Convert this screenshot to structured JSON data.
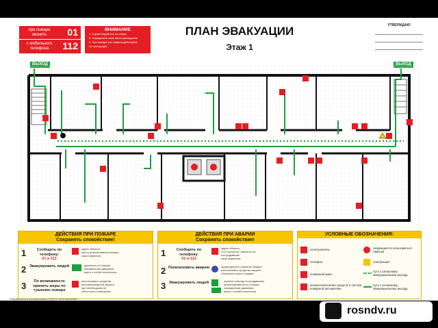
{
  "header": {
    "fire_call_label": "при пожаре звонить",
    "fire_call_number": "01",
    "mobile_call_label": "с мобильного телефона",
    "mobile_call_number": "112",
    "attention_title": "ВНИМАНИЕ",
    "attention_lines": [
      "1. Сориентируйтесь на схеме",
      "2. Определите своё местонахождение",
      "3. При пожаре или аварии действуйте",
      "по инструкции"
    ],
    "title": "ПЛАН ЭВАКУАЦИИ",
    "floor": "Этаж 1",
    "approve_label": "УТВЕРЖДАЮ"
  },
  "exit_signs": [
    "ВЫХОД",
    "ВЫХОД"
  ],
  "fire_panel": {
    "title": "ДЕЙСТВИЯ ПРИ ПОЖАРЕ",
    "subtitle": "Сохранять спокойствие!",
    "steps": [
      {
        "num": "1",
        "text": "Сообщить по телефону:",
        "extra": "01 и 112",
        "bullets": [
          "адрес объекта",
          "место возникновения пожара",
          "свою фамилию"
        ]
      },
      {
        "num": "2",
        "text": "Эвакуировать людей",
        "bullets": [
          "двигаться по знакам",
          "направления движения",
          "взять с собой посетителя"
        ]
      },
      {
        "num": "3",
        "text": "По возможности принять меры по тушению пожара",
        "bullets": [
          "использовать средства",
          "противопожарной защиты",
          "при необходимости",
          "обесточить помещение"
        ]
      }
    ]
  },
  "accident_panel": {
    "title": "ДЕЙСТВИЯ ПРИ АВАРИИ",
    "subtitle": "Сохранять спокойствие!",
    "steps": [
      {
        "num": "1",
        "text": "Сообщить по телефону:",
        "extra": "01 и 112",
        "bullets": [
          "адрес объекта",
          "что случилось, имеются ли",
          "пострадавшие",
          "свою фамилию"
        ]
      },
      {
        "num": "2",
        "text": "Локализовать аварию",
        "bullets": [
          "предотвратить развитие аварии",
          "использовать средства защиты",
          "обеспечить место аварии"
        ]
      },
      {
        "num": "3",
        "text": "Эвакуировать людей",
        "bullets": [
          "оказать помощь пострадавшим",
          "ориентироваться по знакам",
          "направления движения",
          "взять с собой посетителя"
        ]
      }
    ]
  },
  "legend": {
    "title": "УСЛОВНЫЕ ОБОЗНАЧЕНИЯ:",
    "items": [
      {
        "label": "огнетушитель",
        "icon": "fire-extinguisher-icon"
      },
      {
        "label": "запрещается пользоваться лифтом",
        "icon": "no-elevator-icon"
      },
      {
        "label": "телефон",
        "icon": "phone-icon"
      },
      {
        "label": "электрощит",
        "icon": "electric-panel-icon"
      },
      {
        "label": "пожарный кран",
        "icon": "fire-hydrant-icon"
      },
      {
        "label": "путь к запасному эвакуационному выходу",
        "icon": "spare-route-icon"
      },
      {
        "label": "кнопка включения средств и систем пожарной автоматики",
        "icon": "alarm-button-icon"
      },
      {
        "label": "путь к основному эвакуационному выходу",
        "icon": "main-route-icon"
      }
    ]
  },
  "footer_note": "Разработано в соответствии с ГОСТ Р 12.2.143-2009",
  "watermark": "rosndv.ru",
  "colors": {
    "red": "#e31e24",
    "green": "#1e9e3c",
    "yellow": "#f6c500"
  }
}
